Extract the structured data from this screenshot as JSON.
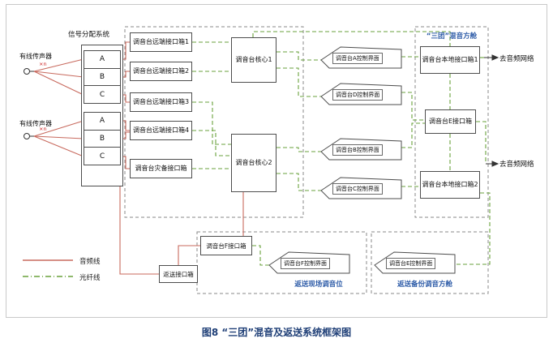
{
  "caption": "图8 “三团”混音及返送系统框架图",
  "colors": {
    "audio": "#c86a5e",
    "fiber": "#6aa23c",
    "blue": "#2e5ca8",
    "caption": "#1f3f77"
  },
  "legend": {
    "audio": "音频线",
    "fiber": "光纤线"
  },
  "sources": {
    "mic1": "有线传声器",
    "mic2": "有线传声器",
    "multiplier": "×n"
  },
  "signal_system": {
    "title": "信号分配系统",
    "group1": [
      "A",
      "B",
      "C"
    ],
    "group2": [
      "A",
      "B",
      "C"
    ]
  },
  "remote_boxes": [
    "调音台远端接口箱1",
    "调音台远端接口箱2",
    "调音台远端接口箱3",
    "调音台远端接口箱4",
    "调音台灾备接口箱"
  ],
  "cores": [
    "调音台核心1",
    "调音台核心2"
  ],
  "consoles": {
    "a": "调音台A控制界面",
    "d": "调音台D控制界面",
    "b": "调音台B控制界面",
    "c": "调音台C控制界面",
    "f": "调音台F控制界面",
    "e": "调音台E控制界面"
  },
  "cabin": {
    "title": "“三团”混音方舱",
    "local1": "调音台本地接口箱1",
    "e_box": "调音台E接口箱",
    "local2": "调音台本地接口箱2"
  },
  "network": {
    "out1": "去音频网络",
    "out2": "去音频网络"
  },
  "bottom": {
    "return_box": "返送接口箱",
    "f_box": "调音台F接口箱",
    "field_label": "返送现场调音位",
    "backup_label": "返送备份调音方舱"
  }
}
